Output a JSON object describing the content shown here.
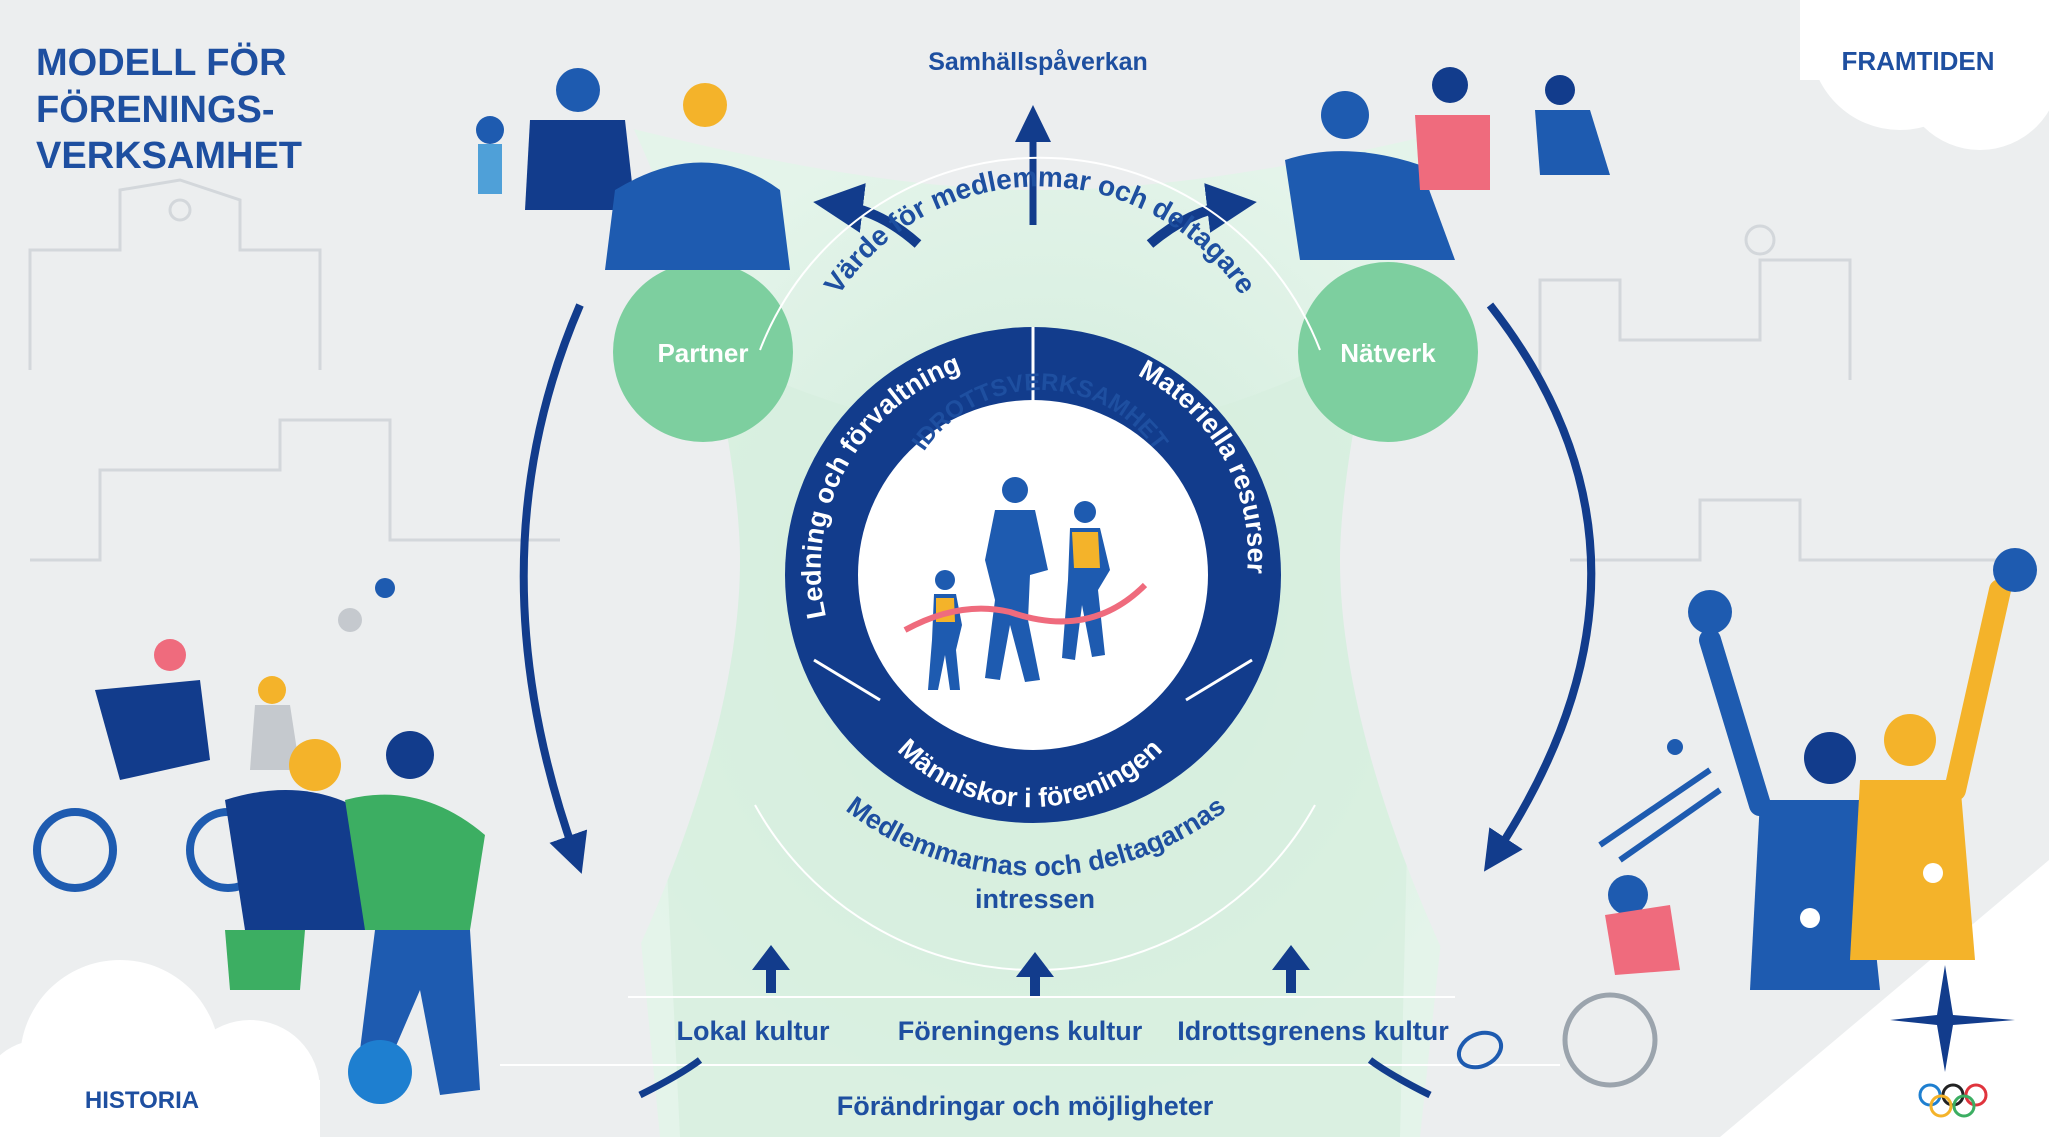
{
  "title_lines": [
    "MODELL FÖR",
    "FÖRENINGS-",
    "VERKSAMHET"
  ],
  "corners": {
    "future": "FRAMTIDEN",
    "history": "HISTORIA"
  },
  "top_label": "Samhällspåverkan",
  "partner": "Partner",
  "network": "Nätverk",
  "value_arc": "Värde för medlemmar och deltagare",
  "ring": {
    "left": "Ledning och förvaltning",
    "right": "Materiella resurser",
    "bottom": "Människor i föreningen"
  },
  "center_label": "IDROTTSVERKSAMHET",
  "interests": {
    "line1": "Medlemmarnas och deltagarnas",
    "line2": "intressen"
  },
  "cultures": [
    "Lokal kultur",
    "Föreningens kultur",
    "Idrottsgrenens kultur"
  ],
  "bottom_label": "Förändringar och möjligheter",
  "colors": {
    "navy": "#123c8c",
    "blue": "#1e4fa0",
    "green_circle": "#7dcf9f",
    "mint_band": "#cdebd8",
    "gray_bg": "#eceeef",
    "yellow": "#f4b32a",
    "pink": "#ef6b7d",
    "green_figure": "#3cae62"
  },
  "icons": [
    "olympic-rings-icon",
    "star-cross-icon",
    "arrow-up-icon",
    "curved-arrow-icon"
  ]
}
